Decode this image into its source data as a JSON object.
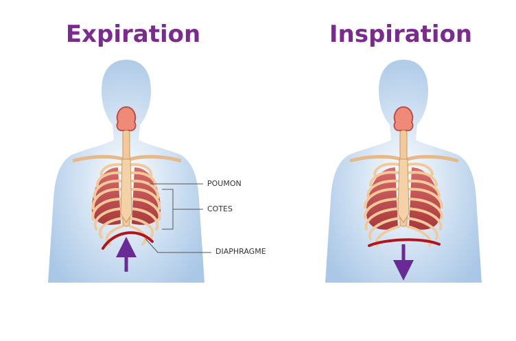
{
  "titles": {
    "left": "Expiration",
    "right": "Inspiration"
  },
  "labels": {
    "poumon": "POUMON",
    "cotes": "COTES",
    "diaphragme": "DIAPHRAGME"
  },
  "colors": {
    "title": "#7b2a8e",
    "body": "#a9c7e6",
    "bone": "#f1c99a",
    "lung": "#c9504f",
    "diaphragm": "#b1141c",
    "arrow": "#6a2a96"
  }
}
